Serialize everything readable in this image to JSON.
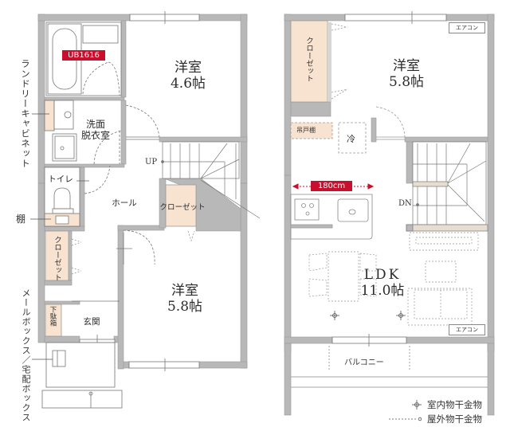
{
  "floor1": {
    "rooms": {
      "western_top": {
        "name": "洋室",
        "size": "4.6帖"
      },
      "western_bottom": {
        "name": "洋室",
        "size": "5.8帖"
      },
      "washroom": {
        "line1": "洗面",
        "line2": "脱衣室"
      },
      "toilet": "トイレ",
      "hall": "ホール",
      "closet_center": "クローゼット",
      "closet_left": "クローゼット",
      "shoe_cabinet": "下駄箱",
      "entrance": "玄関"
    },
    "bath_badge": "UB1616",
    "stair_label": "UP",
    "callouts": {
      "laundry_cabinet": "ランドリーキャビネット",
      "shelf": "棚",
      "mailbox": "メールボックス／宅配ボックス"
    }
  },
  "floor2": {
    "rooms": {
      "western": {
        "name": "洋室",
        "size": "5.8帖"
      },
      "ldk": {
        "name": "LDK",
        "size": "11.0帖"
      },
      "closet": "クローゼット",
      "hanging_cabinet": "吊戸棚",
      "fridge": "冷",
      "balcony": "バルコニー"
    },
    "aircon_top": "エアコン",
    "aircon_bottom": "エアコン",
    "kitchen_width": "180cm",
    "stair_label": "DN"
  },
  "legend": {
    "indoor": "室内物干金物",
    "outdoor": "屋外物干金物"
  },
  "colors": {
    "wall": "#b8b8b8",
    "wall_edge": "#8f8f8f",
    "storage": "#f7e3d0",
    "accent": "#c8102e",
    "stair_landing": "#e7ddd0"
  }
}
